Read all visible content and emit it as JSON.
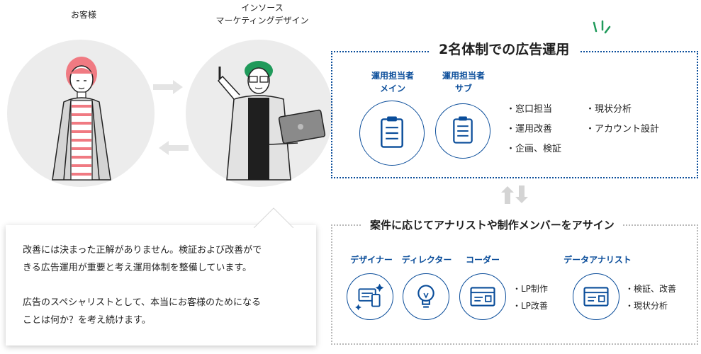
{
  "client": {
    "label": "お客様"
  },
  "agency": {
    "label_line1": "インソース",
    "label_line2": "マーケティングデザイン"
  },
  "message": {
    "para1_line1": "改善には決まった正解がありません。検証および改善がで",
    "para1_line2": "きる広告運用が重要と考え運用体制を整備しています。",
    "para2_line1": "広告のスペシャリストとして、本当にお客様のためになる",
    "para2_line2": "ことは何か？を考え続けます。"
  },
  "operation": {
    "title": "2名体制での広告運用",
    "main_role_line1": "運用担当者",
    "main_role_line2": "メイン",
    "sub_role_line1": "運用担当者",
    "sub_role_line2": "サブ",
    "tasks_col1": [
      "・窓口担当",
      "・運用改善",
      "・企画、検証"
    ],
    "tasks_col2": [
      "・現状分析",
      "・アカウント設計"
    ]
  },
  "assign": {
    "title": "案件に応じてアナリストや制作メンバーをアサイン",
    "designer": "デザイナー",
    "director": "ディレクター",
    "coder": "コーダー",
    "production_tasks": [
      "・LP制作",
      "・LP改善"
    ],
    "analyst": "データアナリスト",
    "analyst_tasks": [
      "・検証、改善",
      "・現状分析"
    ]
  },
  "colors": {
    "accent": "#0a4d9a",
    "green": "#1f9a5a",
    "gray_circle": "#ececec"
  }
}
